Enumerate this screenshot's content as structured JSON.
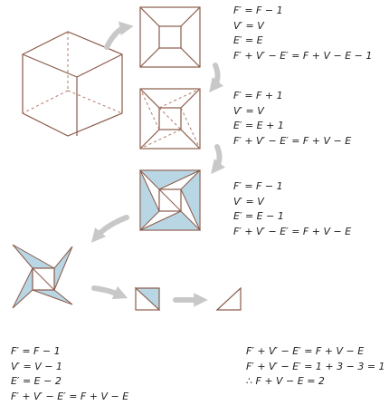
{
  "colors": {
    "stroke": "#8a5a4a",
    "dash": "#b07a6a",
    "fill": "#b8d6e3",
    "arrow": "#c8c8c8",
    "text": "#222222"
  },
  "step1": [
    "F′ = F − 1",
    "V′ = V",
    "E′ = E",
    "F′ + V′ − E′ = F + V − E − 1"
  ],
  "step2": [
    "F′ = F + 1",
    "V′ = V",
    "E′ = E + 1",
    "F′ + V′ − E′ = F + V − E"
  ],
  "step3": [
    "F′ = F − 1",
    "V′ = V",
    "E′ = E − 1",
    "F′ + V′ − E′ = F + V − E"
  ],
  "step4": [
    "F′ = F − 1",
    "V′ = V − 1",
    "E′ = E − 2",
    "F′ + V′ − E′ = F + V − E"
  ],
  "conclusion": [
    "F′ + V′ − E′ = F + V − E",
    "F′ + V′ − E′ = 1 + 3 − 3 = 1",
    "∴ F + V − E = 2"
  ]
}
